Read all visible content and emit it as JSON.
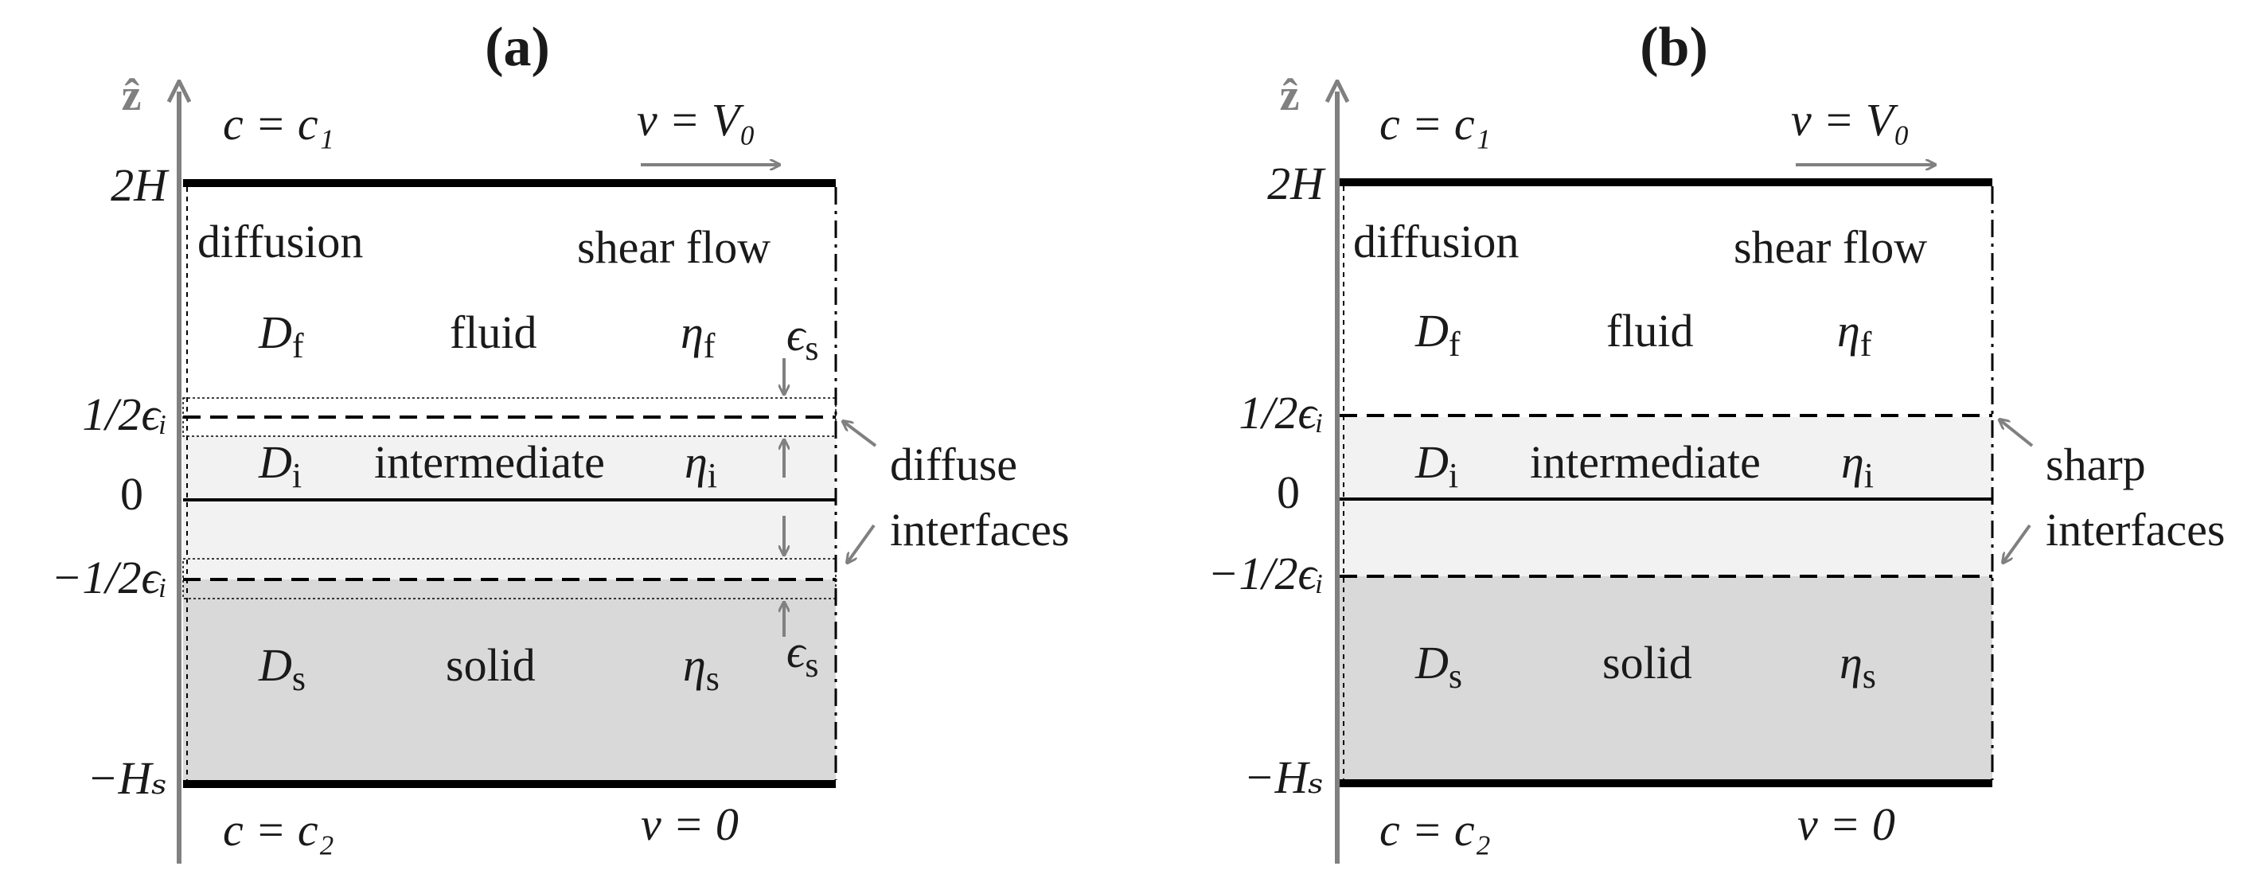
{
  "panels": [
    {
      "id": "a",
      "title": "(a)",
      "axis_label": "ẑ",
      "top_bc": {
        "c": "c = c₁",
        "v": "v = V₀"
      },
      "bottom_bc": {
        "c": "c = c₂",
        "v": "v = 0"
      },
      "ticks": [
        "2H",
        "1/2ϵᵢ",
        "0",
        "−1/2ϵᵢ",
        "−Hₛ"
      ],
      "fluid": {
        "process_left": "diffusion",
        "process_right": "shear flow",
        "D": "D",
        "D_sub": "f",
        "name": "fluid",
        "eta": "η",
        "eta_sub": "f"
      },
      "intermediate": {
        "D": "D",
        "D_sub": "i",
        "name": "intermediate",
        "eta": "η",
        "eta_sub": "i"
      },
      "solid": {
        "D": "D",
        "D_sub": "s",
        "name": "solid",
        "eta": "η",
        "eta_sub": "s"
      },
      "eps_top": "ϵ",
      "eps_top_sub": "s",
      "eps_bottom": "ϵ",
      "eps_bottom_sub": "s",
      "interface_label_1": "diffuse",
      "interface_label_2": "interfaces"
    },
    {
      "id": "b",
      "title": "(b)",
      "axis_label": "ẑ",
      "top_bc": {
        "c": "c = c₁",
        "v": "v = V₀"
      },
      "bottom_bc": {
        "c": "c = c₂",
        "v": "v = 0"
      },
      "ticks": [
        "2H",
        "1/2ϵᵢ",
        "0",
        "−1/2ϵᵢ",
        "−Hₛ"
      ],
      "fluid": {
        "process_left": "diffusion",
        "process_right": "shear flow",
        "D": "D",
        "D_sub": "f",
        "name": "fluid",
        "eta": "η",
        "eta_sub": "f"
      },
      "intermediate": {
        "D": "D",
        "D_sub": "i",
        "name": "intermediate",
        "eta": "η",
        "eta_sub": "i"
      },
      "solid": {
        "D": "D",
        "D_sub": "s",
        "name": "solid",
        "eta": "η",
        "eta_sub": "s"
      },
      "interface_label_1": "sharp",
      "interface_label_2": "interfaces"
    }
  ],
  "colors": {
    "axis_gray": "#808080",
    "intermediate_fill": "#f2f2f2",
    "solid_fill": "#d9d9d9",
    "line": "#000000"
  }
}
